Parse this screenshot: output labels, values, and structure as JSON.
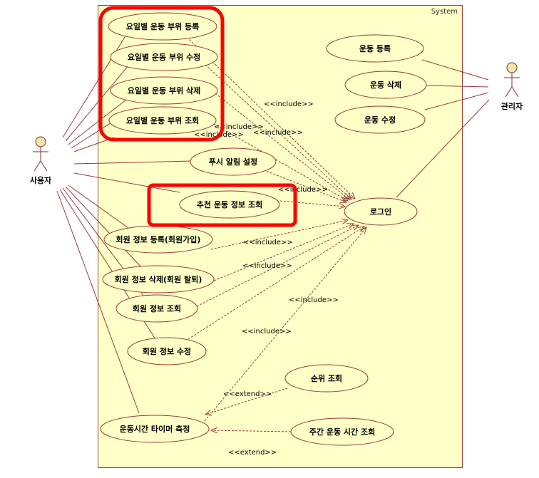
{
  "system": {
    "label": "System"
  },
  "actors": {
    "user": "사용자",
    "admin": "관리자"
  },
  "use_cases": {
    "daily_part_register": "요일별 운동 부위 등록",
    "daily_part_edit": "요일별 운동 부위 수정",
    "daily_part_delete": "요일별 운동 부위 삭제",
    "daily_part_view": "요일별 운동 부위 조회",
    "push_settings": "푸시 알림 설정",
    "recommend_view": "추천 운동 정보 조회",
    "member_register": "회원 정보 등록(회원가입)",
    "member_delete": "회원 정보 삭제(회원 탈퇴)",
    "member_view": "회원 정보 조회",
    "member_edit": "회원 정보 수정",
    "timer": "운동시간 타이머 측정",
    "exercise_register": "운동 등록",
    "exercise_delete": "운동 삭제",
    "exercise_edit": "운동 수정",
    "login": "로그인",
    "rank_view": "순위 조회",
    "weekly_time_view": "주간 운동 시간 조회"
  },
  "stereotypes": {
    "include_1": "<<include>>",
    "include_2": "<<include>>",
    "include_3": "<<include>>",
    "include_4": "<<include>>",
    "include_5": "<<include>>",
    "include_6": "<<include>>",
    "include_7": "<<include>>",
    "include_8": "<<include>>",
    "include_9": "<<include>>",
    "extend_1": "<<extend>>",
    "extend_2": "<<extend>>"
  },
  "colors": {
    "system_fill": "#ffffc8",
    "line": "#9a3a3a",
    "highlight": "#ff0000"
  }
}
